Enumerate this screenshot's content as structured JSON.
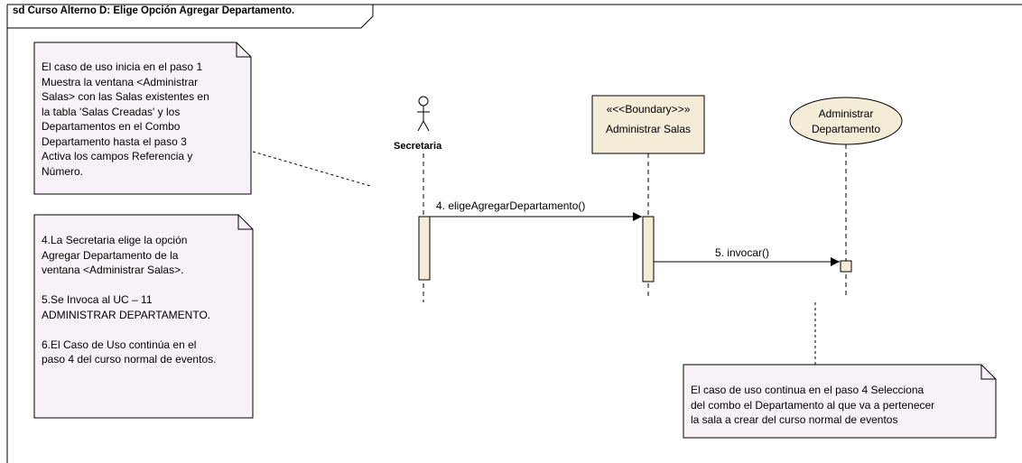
{
  "frame": {
    "title": "sd Curso Alterno D: Elige Opción Agregar Departamento."
  },
  "lifelines": {
    "actor": {
      "name": "Secretaria"
    },
    "boundary": {
      "stereotype": "«<<Boundary>>»",
      "name": "Administrar Salas"
    },
    "control": {
      "name_line1": "Administrar",
      "name_line2": "Departamento"
    }
  },
  "messages": [
    {
      "label": "4. eligeAgregarDepartamento()"
    },
    {
      "label": "5. invocar()"
    }
  ],
  "notes": {
    "note1": "El caso de uso inicia en el paso 1\nMuestra la ventana <Administrar\nSalas> con las Salas existentes en\nla tabla 'Salas Creadas' y los\nDepartamentos en el Combo\nDepartamento hasta el paso 3\nActiva los campos Referencia y\nNúmero.",
    "note2": "4.La Secretaria elige la opción\nAgregar Departamento de la\nventana <Administrar Salas>.\n\n5.Se Invoca al UC – 11\nADMINISTRAR DEPARTAMENTO.\n\n6.El Caso de Uso continúa en el\npaso 4 del curso normal de eventos.",
    "note3": "El caso de uso continua en el paso 4 Selecciona\ndel combo el Departamento al que va a pertenecer\nla sala a crear del curso normal de eventos"
  },
  "colors": {
    "note_fill": "#f8f2f8",
    "box_fill": "#f5ecd8",
    "activation_fill": "#f5ecd8",
    "line": "#000000"
  }
}
